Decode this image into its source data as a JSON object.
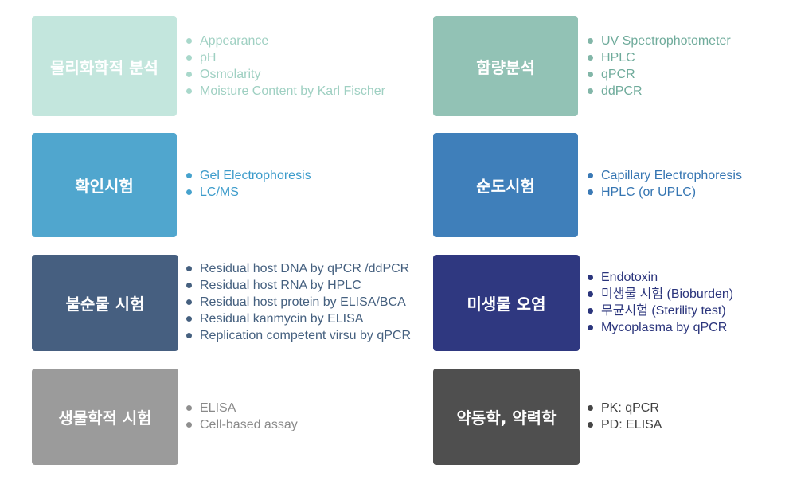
{
  "colors": {
    "c1": "#c3e6dd",
    "c2": "#92c2b5",
    "c3": "#50a6ce",
    "c4": "#3f7fba",
    "c5": "#465f80",
    "c6": "#2f3880",
    "c7": "#9b9b9b",
    "c8": "#4f4f4f"
  },
  "categories": [
    {
      "id": "physchem",
      "title": "물리화학적 분석",
      "items": [
        "Appearance",
        "pH",
        "Osmolarity",
        "Moisture Content by Karl Fischer"
      ]
    },
    {
      "id": "content",
      "title": "함량분석",
      "items": [
        "UV Spectrophotometer",
        "HPLC",
        "qPCR",
        "ddPCR"
      ]
    },
    {
      "id": "identity",
      "title": "확인시험",
      "items": [
        "Gel Electrophoresis",
        "LC/MS"
      ]
    },
    {
      "id": "purity",
      "title": "순도시험",
      "items": [
        "Capillary Electrophoresis",
        "HPLC (or UPLC)"
      ]
    },
    {
      "id": "impurity",
      "title": "불순물 시험",
      "items": [
        "Residual host DNA by qPCR /ddPCR",
        "Residual host RNA by HPLC",
        "Residual host protein by ELISA/BCA",
        "Residual kanmycin by ELISA",
        "Replication competent virsu by qPCR"
      ]
    },
    {
      "id": "microbial",
      "title": "미생물 오염",
      "items": [
        "Endotoxin",
        "미생물 시험 (Bioburden)",
        "무균시험 (Sterility test)",
        "Mycoplasma by qPCR"
      ]
    },
    {
      "id": "bioassay",
      "title": "생물학적 시험",
      "items": [
        "ELISA",
        "Cell-based assay"
      ]
    },
    {
      "id": "pkpd",
      "title": "약동학, 약력학",
      "items": [
        "PK: qPCR",
        "PD: ELISA"
      ]
    }
  ]
}
